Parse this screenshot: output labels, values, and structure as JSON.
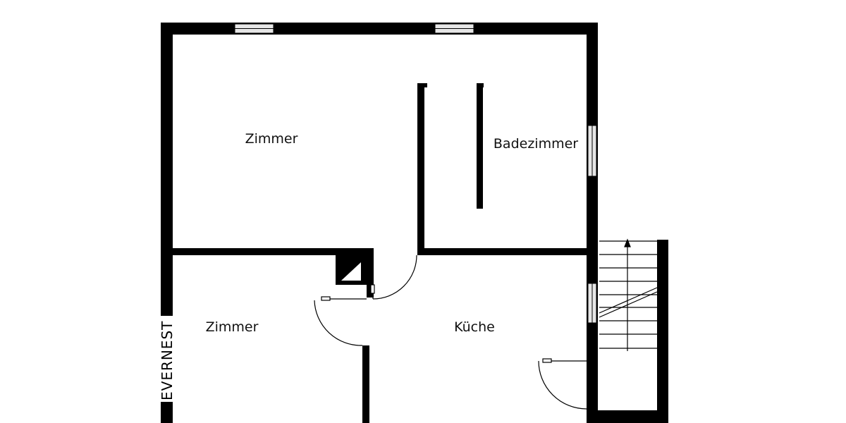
{
  "rooms": {
    "zimmer_top": "Zimmer",
    "badezimmer": "Badezimmer",
    "zimmer_bottom": "Zimmer",
    "kueche": "Küche"
  },
  "watermark": "EVERNEST",
  "colors": {
    "wall": "#000000",
    "background": "#ffffff",
    "window": "#e6e6e6"
  }
}
